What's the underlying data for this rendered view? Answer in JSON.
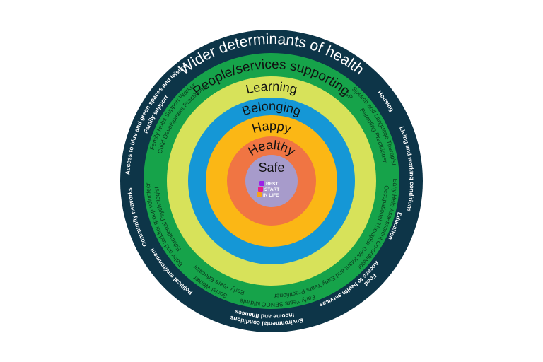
{
  "diagram": {
    "colors": {
      "outer_ring": "#0d3548",
      "services_ring": "#16a34a",
      "learning_ring": "#d7e25a",
      "belonging_ring": "#1597d6",
      "happy_ring": "#fbb715",
      "healthy_ring": "#f07543",
      "safe_core": "#a79bcb"
    },
    "outer_ring": {
      "title": "Wider determinants of health",
      "items": [
        "Housing",
        "Living and working conditions",
        "Education",
        "Food",
        "Access to health services",
        "Environmental conditions",
        "Income and finances",
        "Political environment",
        "Community networks",
        "Access to blue and green spaces and leisure",
        "Family support"
      ]
    },
    "services_ring": {
      "title": "People/services supporting",
      "items": [
        "Speech and Language Therapist",
        "GP",
        "Parenting Practitioner",
        "Early Help Assessment Co-ordinator",
        "Occupational Therapist",
        "0-5s Infant and Early Years Practitioner",
        "Early Years SENCO",
        "Midwife",
        "Social Worker",
        "Early Years Educator",
        "Baby and toddler group volunteer",
        "Educational Psychologist",
        "Family Hubs Support Worker",
        "Child Development Practitioner"
      ]
    },
    "inner_rings": {
      "learning": "Learning",
      "belonging": "Belonging",
      "happy": "Happy",
      "healthy": "Healthy",
      "safe": "Safe"
    },
    "logo": {
      "lines": [
        "BEST",
        "START",
        "IN LIFE"
      ],
      "block_colors": [
        "#9b22e8",
        "#e81e8c",
        "#f7a21b"
      ]
    }
  }
}
